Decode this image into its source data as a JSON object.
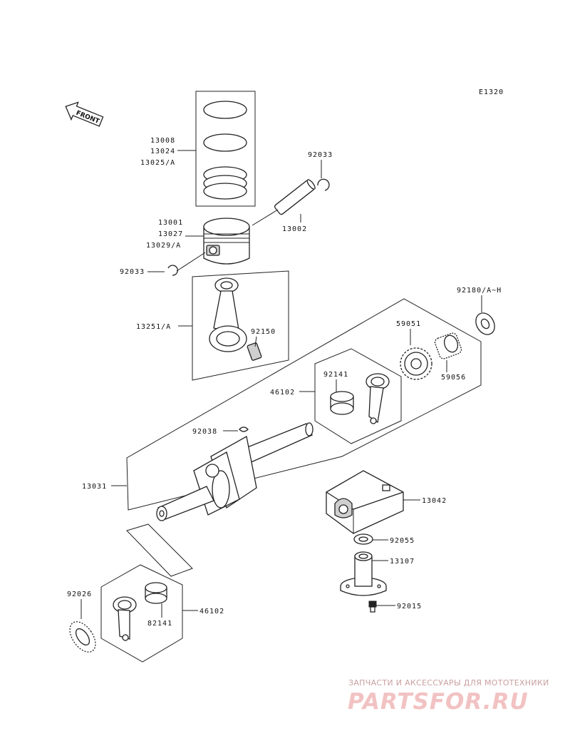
{
  "diagram_code": "E1320",
  "front_label": "FRONT",
  "labels": {
    "l13008": "13008",
    "l13024": "13024",
    "l13025A": "13025/A",
    "l92033_top": "92033",
    "l13001": "13001",
    "l13027": "13027",
    "l13029A": "13029/A",
    "l13002": "13002",
    "l92033_left": "92033",
    "l92180": "92180/A~H",
    "l13251A": "13251/A",
    "l92150": "92150",
    "l59051": "59051",
    "l59056": "59056",
    "l92141_upper": "92141",
    "l46102_upper": "46102",
    "l92038": "92038",
    "l13031": "13031",
    "l13042": "13042",
    "l92055": "92055",
    "l13107": "13107",
    "l92015": "92015",
    "l92026": "92026",
    "l82141": "82141",
    "l46102_lower": "46102"
  },
  "watermark": {
    "caption": "ЗАПЧАСТИ И АКСЕССУАРЫ ДЛЯ МОТОТЕХНИКИ",
    "logo": "PARTSFOR.RU"
  }
}
